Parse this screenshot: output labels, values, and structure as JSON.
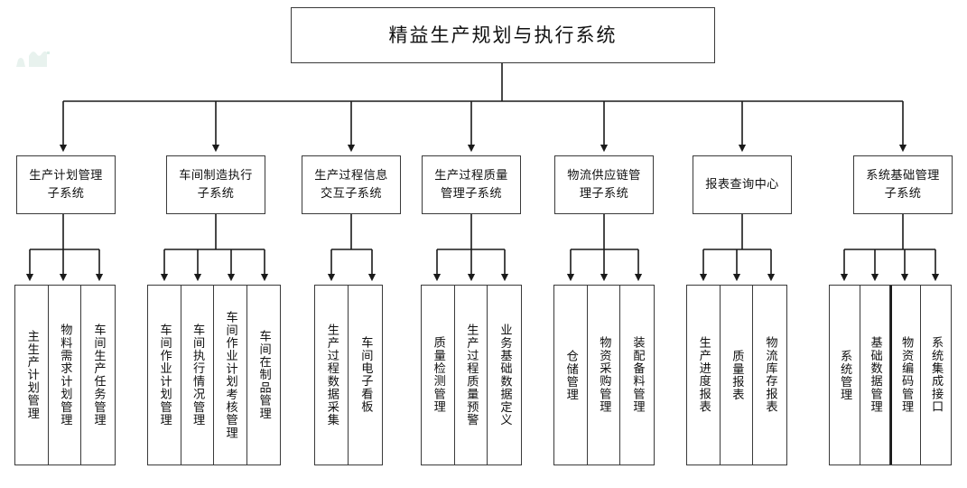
{
  "diagram": {
    "type": "org-hierarchy",
    "title": "精益生产规划与执行系统",
    "watermark": "mountain-watermark",
    "branches": [
      {
        "id": "production-planning",
        "label": "生产计划管理\n子系统",
        "label_line1": "生产计划管理",
        "label_line2": "子系统",
        "children": [
          "主生产计划管理",
          "物料需求计划管理",
          "车间生产任务管理"
        ]
      },
      {
        "id": "workshop-manufacturing-execution",
        "label": "车间制造执行\n子系统",
        "label_line1": "车间制造执行",
        "label_line2": "子系统",
        "children": [
          "车间作业计划管理",
          "车间执行情况管理",
          "车间作业计划考核管理",
          "车间在制品管理"
        ]
      },
      {
        "id": "process-information-interaction",
        "label": "生产过程信息\n交互子系统",
        "label_line1": "生产过程信息",
        "label_line2": "交互子系统",
        "children": [
          "生产过程数据采集",
          "车间电子看板"
        ]
      },
      {
        "id": "process-quality-management",
        "label": "生产过程质量\n管理子系统",
        "label_line1": "生产过程质量",
        "label_line2": "管理子系统",
        "children": [
          "质量检测管理",
          "生产过程质量预警",
          "业务基础数据定义"
        ]
      },
      {
        "id": "logistics-supply-chain",
        "label": "物流供应链管\n理子系统",
        "label_line1": "物流供应链管",
        "label_line2": "理子系统",
        "children": [
          "仓储管理",
          "物资采购管理",
          "装配备料管理"
        ]
      },
      {
        "id": "report-query-center",
        "label": "报表查询中心",
        "label_line1": "报表查询中心",
        "label_line2": "",
        "children": [
          "生产进度报表",
          "质量报表",
          "物流库存报表"
        ]
      },
      {
        "id": "system-foundation-management",
        "label": "系统基础管理\n子系统",
        "label_line1": "系统基础管理",
        "label_line2": "子系统",
        "children": [
          "系统管理",
          "基础数据管理",
          "物资编码管理",
          "系统集成接口"
        ]
      }
    ],
    "colors": {
      "background": "#ffffff",
      "border": "#3a3a3a",
      "text": "#111111",
      "watermark": "#e8f2ee",
      "emphasis_divider": "#1a1a1a"
    }
  }
}
